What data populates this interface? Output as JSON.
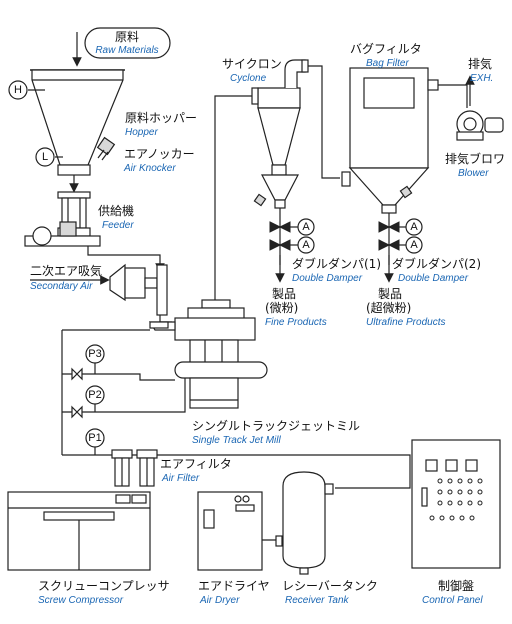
{
  "colors": {
    "english_label": "#1a66b3",
    "line": "#222222",
    "fill_gray": "#d8d8d8"
  },
  "raw_materials": {
    "jp": "原料",
    "en": "Raw Materials"
  },
  "hopper": {
    "jp": "原料ホッパー",
    "en": "Hopper",
    "level_high": "H",
    "level_low": "L"
  },
  "air_knocker": {
    "jp": "エアノッカー",
    "en": "Air Knocker"
  },
  "feeder": {
    "jp": "供給機",
    "en": "Feeder"
  },
  "secondary_air": {
    "jp": "二次エア吸気",
    "en": "Secondary Air"
  },
  "cyclone": {
    "jp": "サイクロン",
    "en": "Cyclone"
  },
  "bag_filter": {
    "jp": "バグフィルタ",
    "en": "Bag Filter"
  },
  "exhaust": {
    "jp": "排気",
    "en": "EXH."
  },
  "blower": {
    "jp": "排気ブロワ",
    "en": "Blower"
  },
  "double_damper_1": {
    "jp": "ダブルダンパ(1)",
    "en": "Double Damper"
  },
  "double_damper_2": {
    "jp": "ダブルダンパ(2)",
    "en": "Double Damper"
  },
  "fine_products": {
    "jp1": "製品",
    "jp2": "(微粉)",
    "en": "Fine Products"
  },
  "ultrafine_products": {
    "jp1": "製品",
    "jp2": "(超微粉)",
    "en": "Ultrafine Products"
  },
  "jet_mill": {
    "jp": "シングルトラックジェットミル",
    "en": "Single Track Jet Mill"
  },
  "air_filter": {
    "jp": "エアフィルタ",
    "en": "Air Filter"
  },
  "compressor": {
    "jp": "スクリューコンプレッサ",
    "en": "Screw Compressor"
  },
  "air_dryer": {
    "jp": "エアドライヤ",
    "en": "Air Dryer"
  },
  "receiver_tank": {
    "jp": "レシーバータンク",
    "en": "Receiver Tank"
  },
  "control_panel": {
    "jp": "制御盤",
    "en": "Control Panel"
  },
  "gauges": {
    "p1": "P1",
    "p2": "P2",
    "p3": "P3"
  },
  "damper_marker": "A"
}
